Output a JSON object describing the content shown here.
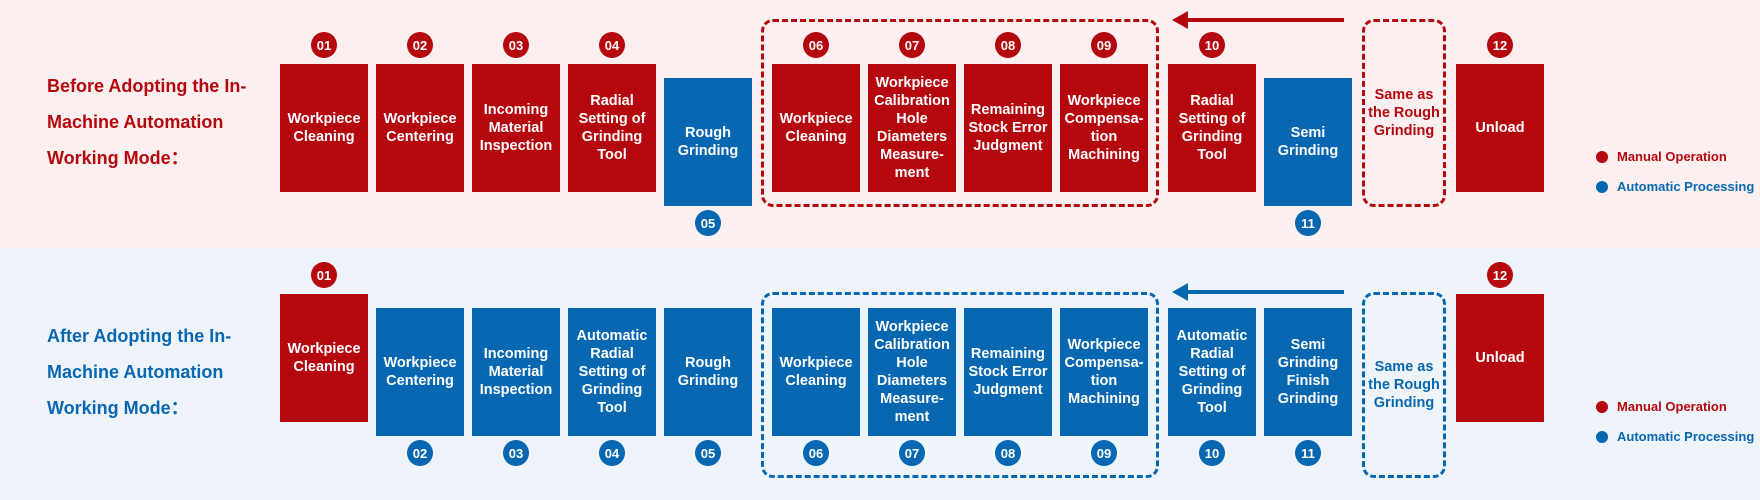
{
  "colors": {
    "manual": "#b5070e",
    "automatic": "#0867b1",
    "before_bg": "#fcefef",
    "after_bg": "#eef4fa"
  },
  "before": {
    "title": "Before Adopting the In-\nMachine Automation\nWorking Mode：",
    "steps": [
      {
        "num": "01",
        "label": "Workpiece\nCleaning",
        "type": "manual"
      },
      {
        "num": "02",
        "label": "Workpiece\nCentering",
        "type": "manual"
      },
      {
        "num": "03",
        "label": "Incoming\nMaterial\nInspection",
        "type": "manual"
      },
      {
        "num": "04",
        "label": "Radial\nSetting of\nGrinding\nTool",
        "type": "manual"
      },
      {
        "num": "05",
        "label": "Rough\nGrinding",
        "type": "automatic"
      },
      {
        "num": "06",
        "label": "Workpiece\nCleaning",
        "type": "manual"
      },
      {
        "num": "07",
        "label": "Workpiece\nCalibration\nHole\nDiameters\nMeasure-\nment",
        "type": "manual"
      },
      {
        "num": "08",
        "label": "Remaining\nStock Error\nJudgment",
        "type": "manual"
      },
      {
        "num": "09",
        "label": "Workpiece\nCompensa-\ntion\nMachining",
        "type": "manual"
      },
      {
        "num": "10",
        "label": "Radial\nSetting of\nGrinding\nTool",
        "type": "manual"
      },
      {
        "num": "11",
        "label": "Semi\nGrinding",
        "type": "automatic"
      },
      {
        "num": "12",
        "label": "Unload",
        "type": "manual"
      }
    ],
    "same_as": "Same as\nthe Rough\nGrinding"
  },
  "after": {
    "title": "After Adopting the In-\nMachine Automation\nWorking Mode：",
    "steps": [
      {
        "num": "01",
        "label": "Workpiece\nCleaning",
        "type": "manual"
      },
      {
        "num": "02",
        "label": "Workpiece\nCentering",
        "type": "automatic"
      },
      {
        "num": "03",
        "label": "Incoming\nMaterial\nInspection",
        "type": "automatic"
      },
      {
        "num": "04",
        "label": "Automatic\nRadial\nSetting of\nGrinding\nTool",
        "type": "automatic"
      },
      {
        "num": "05",
        "label": "Rough\nGrinding",
        "type": "automatic"
      },
      {
        "num": "06",
        "label": "Workpiece\nCleaning",
        "type": "automatic"
      },
      {
        "num": "07",
        "label": "Workpiece\nCalibration\nHole\nDiameters\nMeasure-\nment",
        "type": "automatic"
      },
      {
        "num": "08",
        "label": "Remaining\nStock Error\nJudgment",
        "type": "automatic"
      },
      {
        "num": "09",
        "label": "Workpiece\nCompensa-\ntion\nMachining",
        "type": "automatic"
      },
      {
        "num": "10",
        "label": "Automatic\nRadial\nSetting of\nGrinding\nTool",
        "type": "automatic"
      },
      {
        "num": "11",
        "label": "Semi\nGrinding\nFinish\nGrinding",
        "type": "automatic"
      },
      {
        "num": "12",
        "label": "Unload",
        "type": "manual"
      }
    ],
    "same_as": "Same as\nthe Rough\nGrinding"
  },
  "legend": {
    "manual": "Manual Operation",
    "automatic": "Automatic Processing"
  },
  "icons": {
    "loop_arrow": "arrow-left-icon",
    "legend_marker": "dot-icon"
  }
}
